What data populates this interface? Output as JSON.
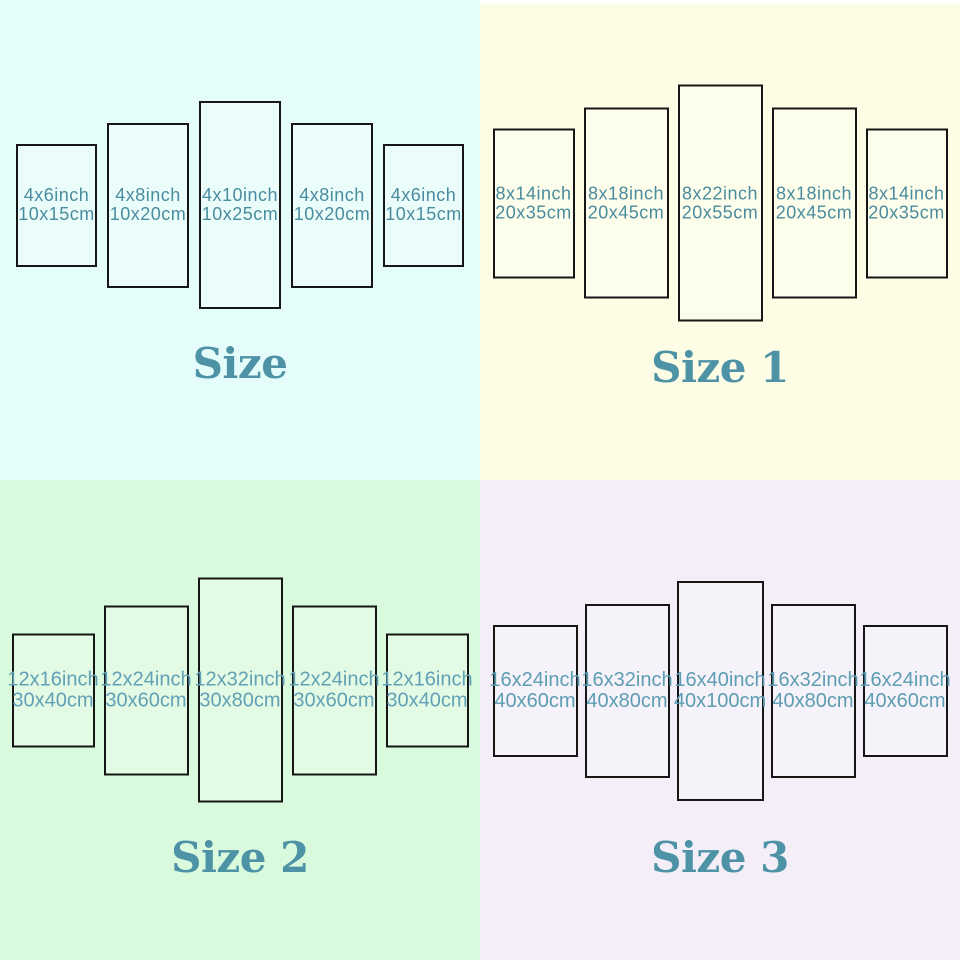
{
  "colors": {
    "page_background": "#ffffff",
    "panel_border": "#161616",
    "title_text": "#4e92a6",
    "label_text_top": "#4a8c9f",
    "label_text_bottom": "#62a1b5",
    "quadrant_backgrounds": {
      "size": "#e4fcfa",
      "size_1": "#fdfce4",
      "size_2": "#d9fadc",
      "size_3": "#f3eef8"
    }
  },
  "sections": [
    {
      "title": "Size",
      "panels": [
        {
          "inch": "4x6inch",
          "cm": "10x15cm"
        },
        {
          "inch": "4x8inch",
          "cm": "10x20cm"
        },
        {
          "inch": "4x10inch",
          "cm": "10x25cm"
        },
        {
          "inch": "4x8inch",
          "cm": "10x20cm"
        },
        {
          "inch": "4x6inch",
          "cm": "10x15cm"
        }
      ]
    },
    {
      "title": "Size 1",
      "panels": [
        {
          "inch": "8x14inch",
          "cm": "20x35cm"
        },
        {
          "inch": "8x18inch",
          "cm": "20x45cm"
        },
        {
          "inch": "8x22inch",
          "cm": "20x55cm"
        },
        {
          "inch": "8x18inch",
          "cm": "20x45cm"
        },
        {
          "inch": "8x14inch",
          "cm": "20x35cm"
        }
      ]
    },
    {
      "title": "Size 2",
      "panels": [
        {
          "inch": "12x16inch",
          "cm": "30x40cm"
        },
        {
          "inch": "12x24inch",
          "cm": "30x60cm"
        },
        {
          "inch": "12x32inch",
          "cm": "30x80cm"
        },
        {
          "inch": "12x24inch",
          "cm": "30x60cm"
        },
        {
          "inch": "12x16inch",
          "cm": "30x40cm"
        }
      ]
    },
    {
      "title": "Size 3",
      "panels": [
        {
          "inch": "16x24inch",
          "cm": "40x60cm"
        },
        {
          "inch": "16x32inch",
          "cm": "40x80cm"
        },
        {
          "inch": "16x40inch",
          "cm": "40x100cm"
        },
        {
          "inch": "16x32inch",
          "cm": "40x80cm"
        },
        {
          "inch": "16x24inch",
          "cm": "40x60cm"
        }
      ]
    }
  ]
}
